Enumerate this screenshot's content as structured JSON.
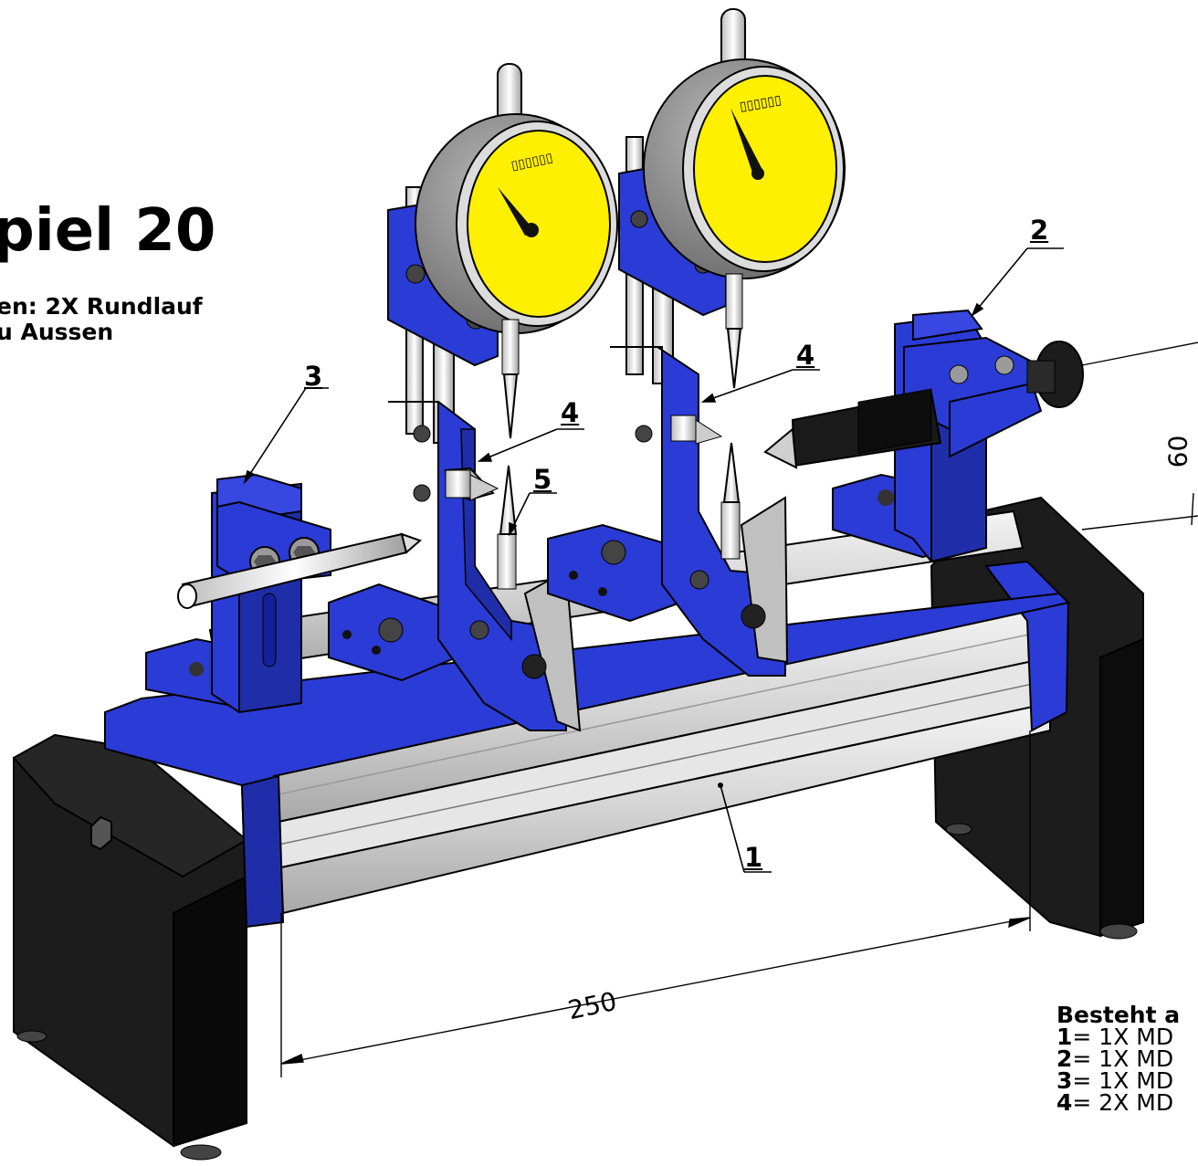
{
  "title": "piel 20",
  "subtitle": {
    "line1": "en: 2X Rundlauf",
    "line2": "u Aussen"
  },
  "callouts": {
    "c1": "1",
    "c2": "2",
    "c3": "3",
    "c4a": "4",
    "c4b": "4",
    "c5": "5"
  },
  "dimensions": {
    "length": "250",
    "height": "60"
  },
  "legend": {
    "heading": "Besteht a",
    "items": [
      {
        "num": "1",
        "text": "= 1X MD"
      },
      {
        "num": "2",
        "text": "= 1X MD"
      },
      {
        "num": "3",
        "text": "= 1X MD"
      },
      {
        "num": "4",
        "text": "= 2X MD"
      }
    ]
  },
  "colors": {
    "blue": "#2b3bd6",
    "black": "#151515",
    "rail": "#d8d8d8",
    "dial": "#ffef00",
    "housing": "#8a8a8a"
  }
}
